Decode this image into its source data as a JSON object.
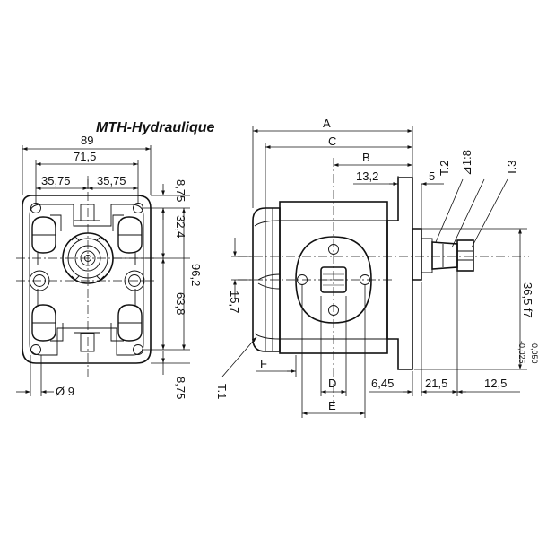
{
  "brand": "MTH-Hydraulique",
  "front_view": {
    "width_total": "89",
    "bolt_span": "71,5",
    "half_left": "35,75",
    "half_right": "35,75",
    "edge_top": "8,75",
    "upper_offset": "32,4",
    "height_total": "96,2",
    "lower_offset": "63,8",
    "edge_bottom": "8,75",
    "hole_diameter": "Ø 9"
  },
  "side_view": {
    "A": "A",
    "C": "C",
    "B": "B",
    "flange": "13,2",
    "five": "5",
    "T2": "T.2",
    "taper": "⊿1:8",
    "T3": "T.3",
    "pilot": "36,5 f7",
    "tol_top": "-0,025",
    "tol_bottom": "-0,050",
    "port_offset": "15,7",
    "T1": "T.1",
    "F": "F",
    "D": "D",
    "E": "E",
    "shaft_a": "6,45",
    "shaft_b": "21,5",
    "shaft_c": "12,5"
  }
}
